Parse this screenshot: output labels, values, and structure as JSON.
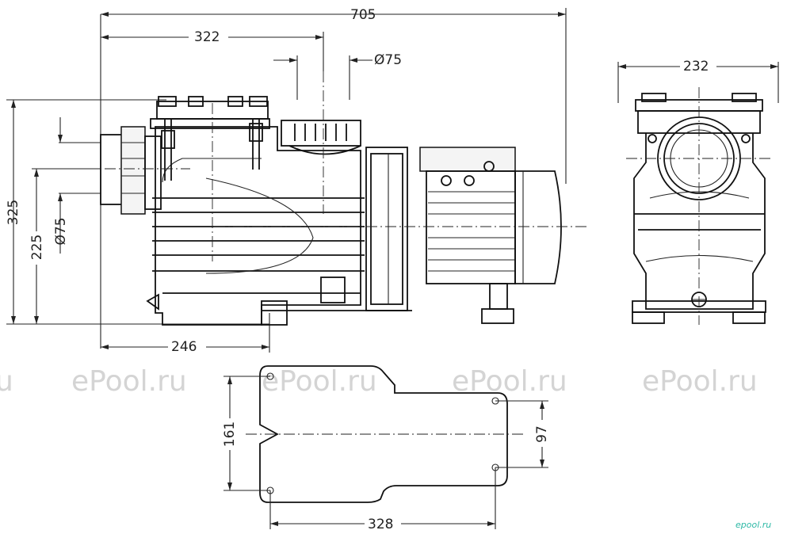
{
  "dimensions": {
    "overall_length": "705",
    "inlet_offset": "322",
    "outlet_diameter": "Ø75",
    "total_height": "325",
    "axis_height": "225",
    "inlet_diameter": "Ø75",
    "base_offset": "246",
    "front_width": "232",
    "foot_length": "161",
    "bolt_spacing_vertical": "97",
    "bolt_spacing_horizontal": "328"
  },
  "watermarks": [
    "u",
    "ePool.ru",
    "ePool.ru",
    "ePool.ru",
    "ePool.ru"
  ],
  "brand": "epool.ru"
}
